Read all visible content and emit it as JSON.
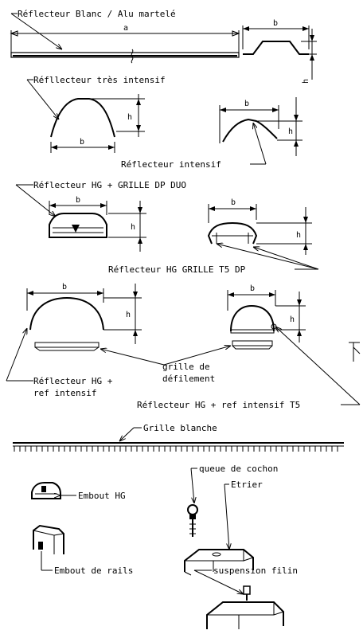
{
  "labels": {
    "blanc_alu": "Réflecteur Blanc / Alu martelé",
    "tres_intensif": "Réfllecteur très intensif",
    "intensif": "Réflecteur intensif",
    "hg_grille_dp_duo": "Réflecteur HG + GRILLE DP DUO",
    "hg_grille_t5_dp": "Réflecteur HG GRILLE T5 DP",
    "hg_ref_intensif_l1": "Réflecteur HG +",
    "hg_ref_intensif_l2": "ref intensif",
    "grille_defilement_l1": "grille de",
    "grille_defilement_l2": "défilement",
    "hg_ref_intensif_t5": "Réflecteur HG + ref intensif T5",
    "grille_blanche": "Grille blanche",
    "queue_cochon": "queue de cochon",
    "etrier": "Etrier",
    "embout_hg": "Embout HG",
    "embout_rails": "Embout de rails",
    "suspension_filin": "suspension filin"
  },
  "dims": {
    "a": "a",
    "b": "b",
    "h": "h"
  }
}
